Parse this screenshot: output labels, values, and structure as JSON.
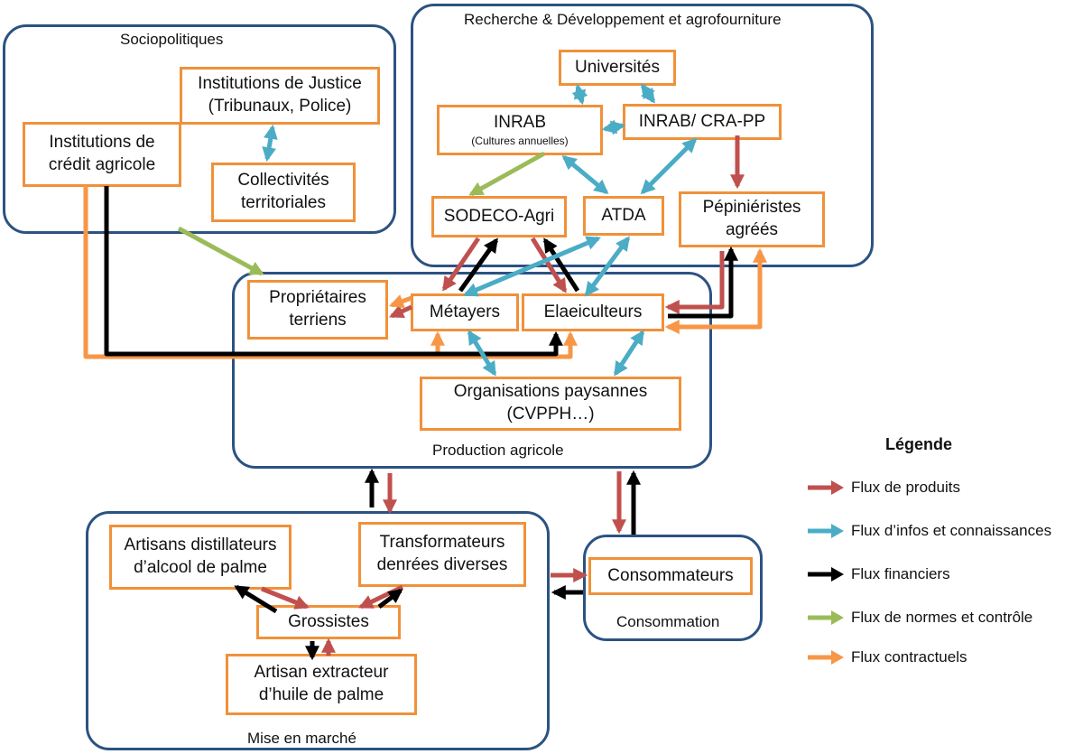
{
  "colors": {
    "produits": "#c0504d",
    "infos": "#4bacc6",
    "financiers": "#000000",
    "normes": "#9bbb59",
    "contractuels": "#f79646",
    "group_border": "#2c5282",
    "node_border": "#f0913a"
  },
  "groups": {
    "sociopolitiques": "Sociopolitiques",
    "recherche": "Recherche & Développement et agrofourniture",
    "production": "Production agricole",
    "marche": "Mise en marché",
    "consommation": "Consommation"
  },
  "nodes": {
    "justice": {
      "line1": "Institutions de Justice",
      "line2": "(Tribunaux, Police)"
    },
    "credit": {
      "line1": "Institutions de",
      "line2": "crédit agricole"
    },
    "collectivites": {
      "line1": "Collectivités",
      "line2": "territoriales"
    },
    "universites": {
      "line1": "Universités"
    },
    "inrab": {
      "line1": "INRAB",
      "line2": "(Cultures annuelles)"
    },
    "inrab_cra": {
      "line1": "INRAB/ CRA-PP"
    },
    "sodeco": {
      "line1": "SODECO-Agri"
    },
    "atda": {
      "line1": "ATDA"
    },
    "pepinieristes": {
      "line1": "Pépiniéristes",
      "line2": "agréés"
    },
    "proprietaires": {
      "line1": "Propriétaires",
      "line2": "terriens"
    },
    "metayers": {
      "line1": "Métayers"
    },
    "elaeiculteurs": {
      "line1": "Elaeiculteurs"
    },
    "organisations": {
      "line1": "Organisations paysannes",
      "line2": "(CVPPH…)"
    },
    "distillateurs": {
      "line1": "Artisans distillateurs",
      "line2": "d’alcool de palme"
    },
    "transformateurs": {
      "line1": "Transformateurs",
      "line2": "denrées diverses"
    },
    "grossistes": {
      "line1": "Grossistes"
    },
    "extracteur": {
      "line1": "Artisan extracteur",
      "line2": "d’huile de palme"
    },
    "consommateurs": {
      "line1": "Consommateurs"
    }
  },
  "legend": {
    "title": "Légende",
    "items": [
      {
        "label": "Flux de produits",
        "color_key": "produits"
      },
      {
        "label": "Flux d’infos et connaissances",
        "color_key": "infos"
      },
      {
        "label": "Flux financiers",
        "color_key": "financiers"
      },
      {
        "label": "Flux de normes et contrôle",
        "color_key": "normes"
      },
      {
        "label": "Flux contractuels",
        "color_key": "contractuels"
      }
    ]
  },
  "edges": [
    {
      "from": "universites",
      "to": "inrab",
      "type": "infos",
      "direction": "both"
    },
    {
      "from": "universites",
      "to": "inrab_cra",
      "type": "infos",
      "direction": "both"
    },
    {
      "from": "inrab",
      "to": "inrab_cra",
      "type": "infos",
      "direction": "both"
    },
    {
      "from": "inrab",
      "to": "atda",
      "type": "infos",
      "direction": "both"
    },
    {
      "from": "inrab_cra",
      "to": "atda",
      "type": "infos",
      "direction": "both"
    },
    {
      "from": "inrab",
      "to": "sodeco",
      "type": "normes",
      "direction": "forward"
    },
    {
      "from": "inrab_cra",
      "to": "pepinieristes",
      "type": "produits",
      "direction": "forward"
    },
    {
      "from": "justice",
      "to": "collectivites",
      "type": "infos",
      "direction": "both"
    },
    {
      "from": "sociopolitiques",
      "to": "production",
      "type": "normes",
      "direction": "forward"
    },
    {
      "from": "sodeco",
      "to": "metayers",
      "type": "produits",
      "direction": "forward"
    },
    {
      "from": "metayers",
      "to": "sodeco",
      "type": "financiers",
      "direction": "forward"
    },
    {
      "from": "sodeco",
      "to": "elaeiculteurs",
      "type": "produits",
      "direction": "forward"
    },
    {
      "from": "elaeiculteurs",
      "to": "sodeco",
      "type": "financiers",
      "direction": "forward"
    },
    {
      "from": "atda",
      "to": "metayers",
      "type": "infos",
      "direction": "both"
    },
    {
      "from": "atda",
      "to": "elaeiculteurs",
      "type": "infos",
      "direction": "both"
    },
    {
      "from": "pepinieristes",
      "to": "elaeiculteurs",
      "type": "produits",
      "direction": "forward"
    },
    {
      "from": "elaeiculteurs",
      "to": "pepinieristes",
      "type": "financiers",
      "direction": "forward"
    },
    {
      "from": "pepinieristes",
      "to": "elaeiculteurs",
      "type": "contractuels",
      "direction": "both"
    },
    {
      "from": "metayers",
      "to": "proprietaires",
      "type": "produits",
      "direction": "forward"
    },
    {
      "from": "metayers",
      "to": "proprietaires",
      "type": "contractuels",
      "direction": "forward"
    },
    {
      "from": "credit",
      "to": "metayers",
      "type": "contractuels",
      "direction": "forward"
    },
    {
      "from": "credit",
      "to": "elaeiculteurs",
      "type": "contractuels",
      "direction": "forward"
    },
    {
      "from": "credit",
      "to": "elaeiculteurs",
      "type": "financiers",
      "direction": "forward"
    },
    {
      "from": "metayers",
      "to": "organisations",
      "type": "infos",
      "direction": "both"
    },
    {
      "from": "elaeiculteurs",
      "to": "organisations",
      "type": "infos",
      "direction": "both"
    },
    {
      "from": "production",
      "to": "marche",
      "type": "financiers",
      "direction": "backward"
    },
    {
      "from": "marche",
      "to": "production",
      "type": "produits",
      "direction": "backward"
    },
    {
      "from": "production",
      "to": "consommation",
      "type": "produits",
      "direction": "forward"
    },
    {
      "from": "consommation",
      "to": "production",
      "type": "financiers",
      "direction": "forward"
    },
    {
      "from": "grossistes",
      "to": "distillateurs",
      "type": "financiers",
      "direction": "forward"
    },
    {
      "from": "distillateurs",
      "to": "grossistes",
      "type": "produits",
      "direction": "forward"
    },
    {
      "from": "transformateurs",
      "to": "grossistes",
      "type": "produits",
      "direction": "forward"
    },
    {
      "from": "grossistes",
      "to": "transformateurs",
      "type": "financiers",
      "direction": "forward"
    },
    {
      "from": "grossistes",
      "to": "extracteur",
      "type": "financiers",
      "direction": "forward"
    },
    {
      "from": "extracteur",
      "to": "grossistes",
      "type": "produits",
      "direction": "forward"
    },
    {
      "from": "marche",
      "to": "consommateurs",
      "type": "produits",
      "direction": "forward"
    },
    {
      "from": "consommation",
      "to": "marche",
      "type": "financiers",
      "direction": "forward"
    }
  ]
}
